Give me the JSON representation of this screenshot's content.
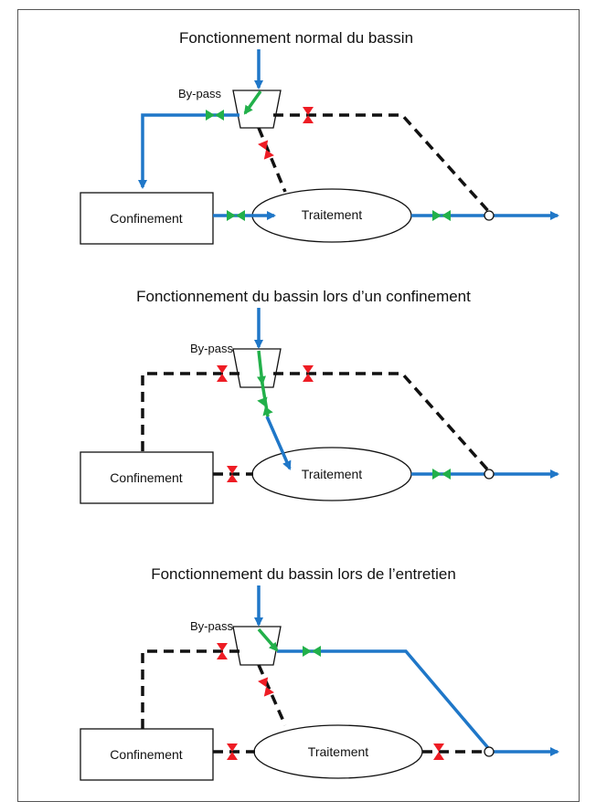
{
  "colors": {
    "flow": "#1f77c8",
    "open_valve": "#22b04a",
    "closed_valve": "#ee1c24",
    "inactive_pipe": "#111111"
  },
  "panels": [
    {
      "title": "Fonctionnement normal du bassin",
      "bypass_label": "By-pass",
      "containment_label": "Confinement",
      "treatment_label": "Traitement"
    },
    {
      "title": "Fonctionnement du bassin lors d’un confinement",
      "bypass_label": "By-pass",
      "containment_label": "Confinement",
      "treatment_label": "Traitement"
    },
    {
      "title": "Fonctionnement du bassin lors de l’entretien",
      "bypass_label": "By-pass",
      "containment_label": "Confinement",
      "treatment_label": "Traitement"
    }
  ]
}
